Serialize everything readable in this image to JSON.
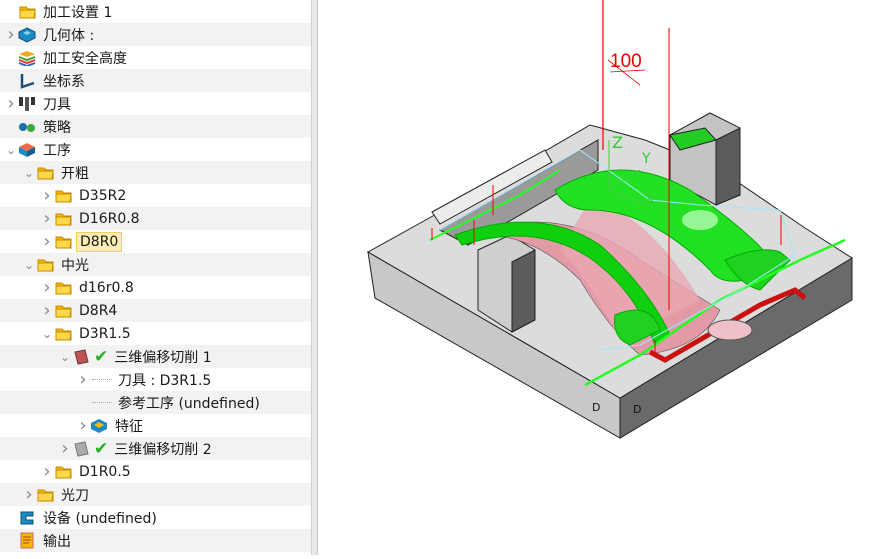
{
  "tree": [
    {
      "label": "加工设置 1",
      "level": 0,
      "icon": "folder-icon",
      "chevron": "none"
    },
    {
      "label": "几何体 :",
      "level": 0,
      "icon": "geometry-icon",
      "chevron": "right"
    },
    {
      "label": "加工安全高度",
      "level": 0,
      "icon": "layers-icon",
      "chevron": "none"
    },
    {
      "label": "坐标系",
      "level": 0,
      "icon": "coordinate-system-icon",
      "chevron": "none"
    },
    {
      "label": "刀具",
      "level": 0,
      "icon": "tools-icon",
      "chevron": "right"
    },
    {
      "label": "策略",
      "level": 0,
      "icon": "gears-icon",
      "chevron": "none"
    },
    {
      "label": "工序",
      "level": 0,
      "icon": "cube-icon",
      "chevron": "down"
    },
    {
      "label": "开粗",
      "level": 1,
      "icon": "folder-icon",
      "chevron": "down"
    },
    {
      "label": "D35R2",
      "level": 2,
      "icon": "folder-icon",
      "chevron": "right"
    },
    {
      "label": "D16R0.8",
      "level": 2,
      "icon": "folder-icon",
      "chevron": "right"
    },
    {
      "label": "D8R0",
      "level": 2,
      "icon": "folder-icon",
      "chevron": "right",
      "selected": true
    },
    {
      "label": "中光",
      "level": 1,
      "icon": "folder-icon",
      "chevron": "down"
    },
    {
      "label": "d16r0.8",
      "level": 2,
      "icon": "folder-icon",
      "chevron": "right"
    },
    {
      "label": "D8R4",
      "level": 2,
      "icon": "folder-icon",
      "chevron": "right"
    },
    {
      "label": "D3R1.5",
      "level": 2,
      "icon": "folder-icon",
      "chevron": "down"
    },
    {
      "label": "三维偏移切削 1",
      "level": 3,
      "icon": "toolpath-icon",
      "chevron": "down",
      "check": true
    },
    {
      "label": "刀具 : D3R1.5",
      "level": 4,
      "icon": "dotted-line",
      "chevron": "right"
    },
    {
      "label": "参考工序 (undefined)",
      "level": 4,
      "icon": "dotted-line",
      "chevron": "none"
    },
    {
      "label": "特征",
      "level": 4,
      "icon": "feature-icon",
      "chevron": "right"
    },
    {
      "label": "三维偏移切削 2",
      "level": 3,
      "icon": "toolpath-gray-icon",
      "chevron": "right",
      "check": true
    },
    {
      "label": "D1R0.5",
      "level": 2,
      "icon": "folder-icon",
      "chevron": "right"
    },
    {
      "label": "光刀",
      "level": 1,
      "icon": "folder-icon",
      "chevron": "right"
    },
    {
      "label": "设备 (undefined)",
      "level": 0,
      "icon": "machine-icon",
      "chevron": "none"
    },
    {
      "label": "输出",
      "level": 0,
      "icon": "output-icon",
      "chevron": "none"
    }
  ],
  "viewport": {
    "dimension_label": "100",
    "axis_x": "X",
    "axis_y": "Y",
    "axis_z": "Z",
    "mark_1": "D",
    "mark_2": "D"
  },
  "colors": {
    "toolpath": "#00d400",
    "stock": "#d0d0d0",
    "highlight": "#e8a0a8",
    "vector": "#e00000"
  }
}
